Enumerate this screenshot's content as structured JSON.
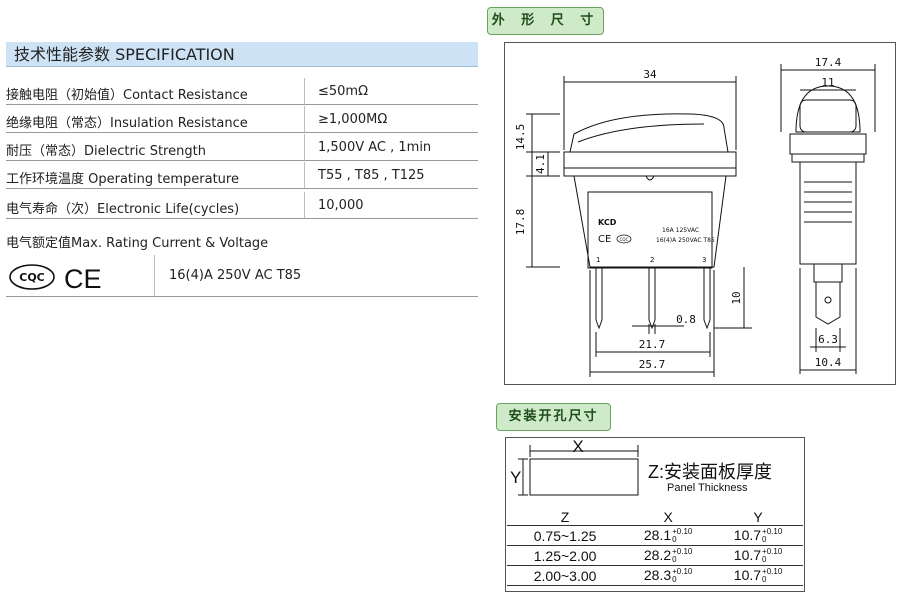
{
  "spec": {
    "title": "技术性能参数 SPECIFICATION",
    "rows": [
      {
        "label": "接触电阻（初始值）Contact  Resistance",
        "value": "≤50mΩ"
      },
      {
        "label": "绝缘电阻（常态）Insulation  Resistance",
        "value": "≥1,000MΩ"
      },
      {
        "label": "耐压（常态）Dielectric  Strength",
        "value": "1,500V AC , 1min"
      },
      {
        "label": "工作环境温度 Operating temperature",
        "value": "T55 , T85 , T125"
      },
      {
        "label": "电气寿命（次）Electronic    Life(cycles)",
        "value": "10,000"
      }
    ],
    "rating_title": "电气额定值Max. Rating Current & Voltage",
    "rating_value": "16(4)A 250V AC T85",
    "cqc_logo": "CQC",
    "ce_logo": "CE"
  },
  "outline": {
    "tab_label": "外 形 尺 寸",
    "dims": {
      "width_top": "34",
      "h_upper": "14.5",
      "h_mid": "4.1",
      "h_body": "17.8",
      "pin_len": "10",
      "pin_w": "0.8",
      "pin_span": "21.7",
      "body_w": "25.7",
      "side_w": "17.4",
      "side_inner": "11",
      "side_pin": "6.3",
      "side_body": "10.4"
    },
    "body_print": {
      "brand": "KCD",
      "rating1": "16A 125VAC",
      "rating2": "16(4)A 250VAC T85",
      "marks": "CE",
      "cqc": "CQC",
      "pin1": "1",
      "pin2": "2",
      "pin3": "3"
    }
  },
  "panel": {
    "tab_label": "安装开孔尺寸",
    "x_label": "X",
    "y_label": "Y",
    "z_label": "Z:安装面板厚度",
    "z_sub": "Panel Thickness",
    "headers": [
      "Z",
      "X",
      "Y"
    ],
    "rows": [
      {
        "z": "0.75~1.25",
        "x": "28.1",
        "y": "10.7"
      },
      {
        "z": "1.25~2.00",
        "x": "28.2",
        "y": "10.7"
      },
      {
        "z": "2.00~3.00",
        "x": "28.3",
        "y": "10.7"
      }
    ],
    "tol_upper": "+0.10",
    "tol_lower": "0"
  }
}
